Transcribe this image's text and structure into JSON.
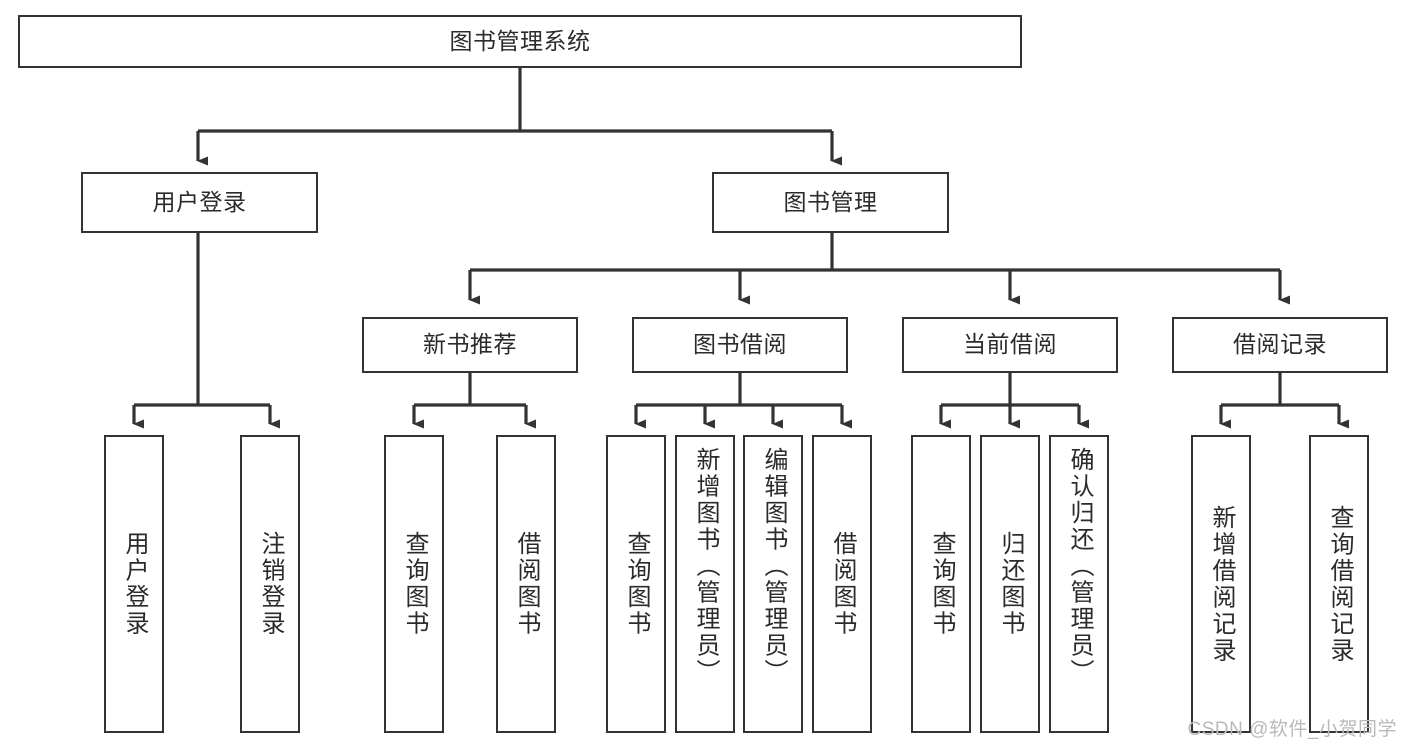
{
  "diagram": {
    "title": "图书管理系统",
    "type": "tree-hierarchy-diagram",
    "colors": {
      "box_border": "#333333",
      "box_fill": "#ffffff",
      "connector": "#333333",
      "text": "#2b2b2b",
      "watermark": "#b9b9b9",
      "background": "#ffffff"
    },
    "watermark": "CSDN @软件_小贺同学",
    "root": {
      "label": "图书管理系统"
    },
    "level2": [
      {
        "label": "用户登录"
      },
      {
        "label": "图书管理"
      }
    ],
    "level3": [
      {
        "label": "新书推荐"
      },
      {
        "label": "图书借阅"
      },
      {
        "label": "当前借阅"
      },
      {
        "label": "借阅记录"
      }
    ],
    "leaves": {
      "user_login": [
        {
          "label": "用户登录"
        },
        {
          "label": "注销登录"
        }
      ],
      "new_book_recommend": [
        {
          "label": "查询图书"
        },
        {
          "label": "借阅图书"
        }
      ],
      "book_borrow": [
        {
          "label": "查询图书"
        },
        {
          "label": "新增图书（管理员）"
        },
        {
          "label": "编辑图书（管理员）"
        },
        {
          "label": "借阅图书"
        }
      ],
      "current_borrow": [
        {
          "label": "查询图书"
        },
        {
          "label": "归还图书"
        },
        {
          "label": "确认归还（管理员）"
        }
      ],
      "borrow_records": [
        {
          "label": "新增借阅记录"
        },
        {
          "label": "查询借阅记录"
        }
      ]
    }
  }
}
